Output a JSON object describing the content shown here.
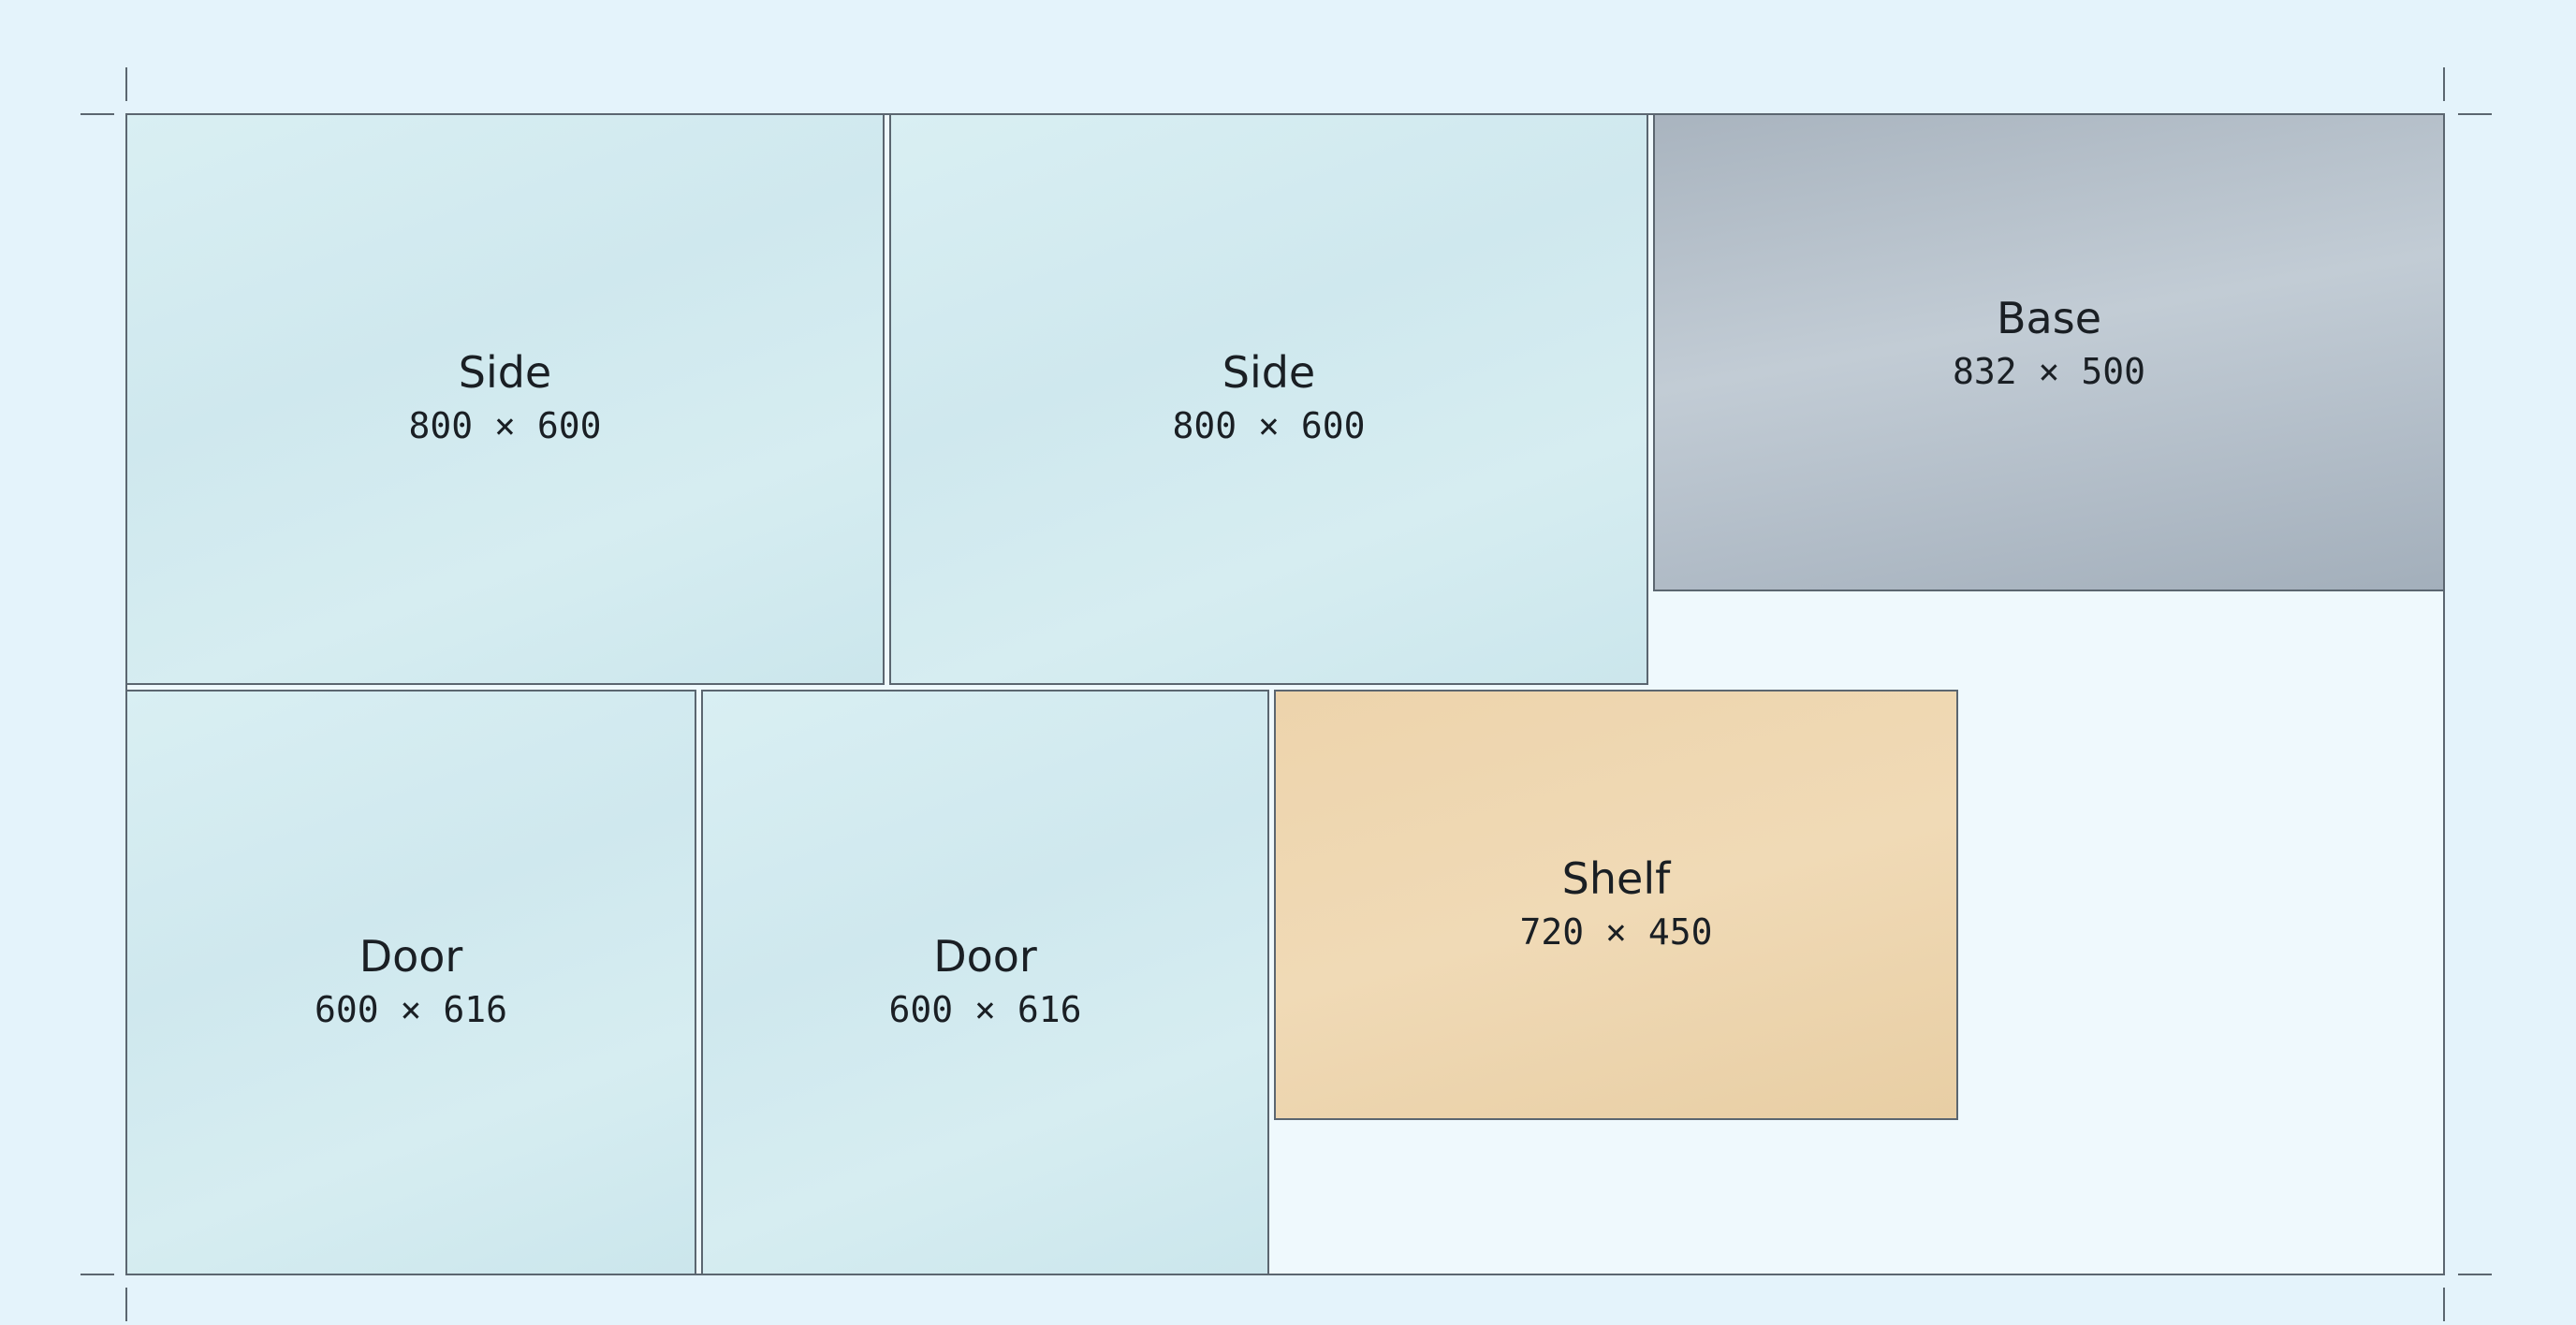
{
  "layout": {
    "pieces": [
      {
        "id": "side-1",
        "name": "Side",
        "dims": "800 × 600",
        "material": "mdf"
      },
      {
        "id": "side-2",
        "name": "Side",
        "dims": "800 × 600",
        "material": "mdf"
      },
      {
        "id": "base",
        "name": "Base",
        "dims": "832 × 500",
        "material": "plywood"
      },
      {
        "id": "door-1",
        "name": "Door",
        "dims": "600 × 616",
        "material": "mdf"
      },
      {
        "id": "door-2",
        "name": "Door",
        "dims": "600 × 616",
        "material": "mdf"
      },
      {
        "id": "shelf",
        "name": "Shelf",
        "dims": "720 × 450",
        "material": "oak"
      }
    ]
  },
  "colors": {
    "background": "#e4f3fb",
    "sheet": "#eff9fd",
    "outline": "#5b6670",
    "mdf": "#d3ebf0",
    "plywood": "#b2bdc8",
    "oak": "#eed5ae"
  }
}
